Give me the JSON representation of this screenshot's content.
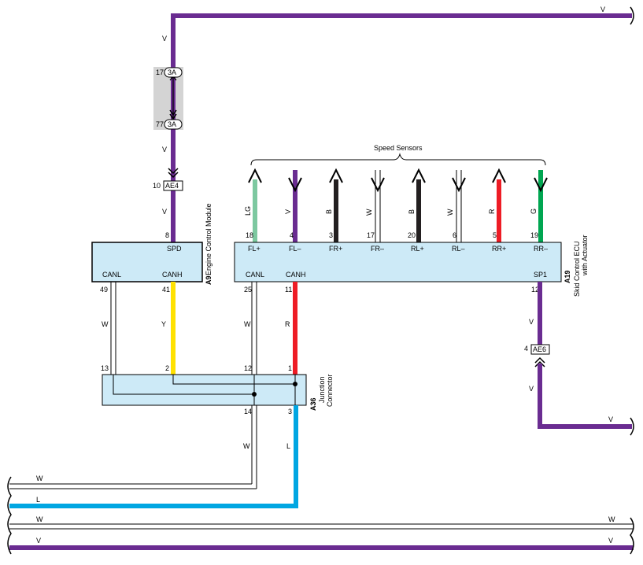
{
  "speed_sensors_label": "Speed Sensors",
  "colors": {
    "violet": "#6a2c91",
    "yellow": "#ffe100",
    "red": "#ee1c25",
    "blue": "#00a6e2",
    "black": "#231f20",
    "light_green": "#7dc8a0",
    "green": "#00a651",
    "module_fill": "#cdeaf7",
    "splice_box": "#d4d4d4"
  },
  "ecm": {
    "code": "A9",
    "name": "Engine Control Module",
    "terminals": {
      "spd": "SPD",
      "canl": "CANL",
      "canh": "CANH"
    },
    "pins": {
      "spd": "8",
      "canl": "49",
      "canh": "41"
    }
  },
  "skid": {
    "code": "A19",
    "name_line1": "Skid Control ECU",
    "name_line2": "with Actuator",
    "terminals": {
      "flp": "FL+",
      "flm": "FL–",
      "frp": "FR+",
      "frm": "FR–",
      "rlp": "RL+",
      "rlm": "RL–",
      "rrp": "RR+",
      "rrm": "RR–",
      "canl": "CANL",
      "canh": "CANH",
      "sp1": "SP1"
    },
    "pins": {
      "flp": "18",
      "flm": "4",
      "frp": "3",
      "frm": "17",
      "rlp": "20",
      "rlm": "6",
      "rrp": "5",
      "rrm": "19",
      "canl": "25",
      "canh": "11",
      "sp1": "12"
    }
  },
  "junction": {
    "code": "A36",
    "name_line1": "Junction",
    "name_line2": "Connector",
    "pins": {
      "p13": "13",
      "p2": "2",
      "p12": "12",
      "p1": "1",
      "p14": "14",
      "p3": "3"
    }
  },
  "connectors": {
    "c3a_top": {
      "pin": "17",
      "label": "3A"
    },
    "c3a_bottom": {
      "pin": "77",
      "label": "3A"
    },
    "ae4": {
      "pin": "10",
      "label": "AE4"
    },
    "ae6": {
      "pin": "4",
      "label": "AE6"
    }
  },
  "wire_codes": {
    "top_bus": "V",
    "v_upper": "V",
    "v_mid": "V",
    "v_lower": "V",
    "ecm_canl": "W",
    "ecm_canh": "Y",
    "skid_canl": "W",
    "skid_canh": "R",
    "sensor_fl_plus": "LG",
    "sensor_fl_minus": "V",
    "sensor_fr_plus": "B",
    "sensor_fr_minus": "W",
    "sensor_rl_plus": "B",
    "sensor_rl_minus": "W",
    "sensor_rr_plus": "R",
    "sensor_rr_minus": "G",
    "sp1_upper": "V",
    "sp1_lower": "V",
    "sp1_out": "V",
    "jc_14": "W",
    "jc_3": "L",
    "bus_w1": "W",
    "bus_l": "L",
    "bus_w2_left": "W",
    "bus_w2_right": "W",
    "bus_v_left": "V",
    "bus_v_right": "V"
  }
}
